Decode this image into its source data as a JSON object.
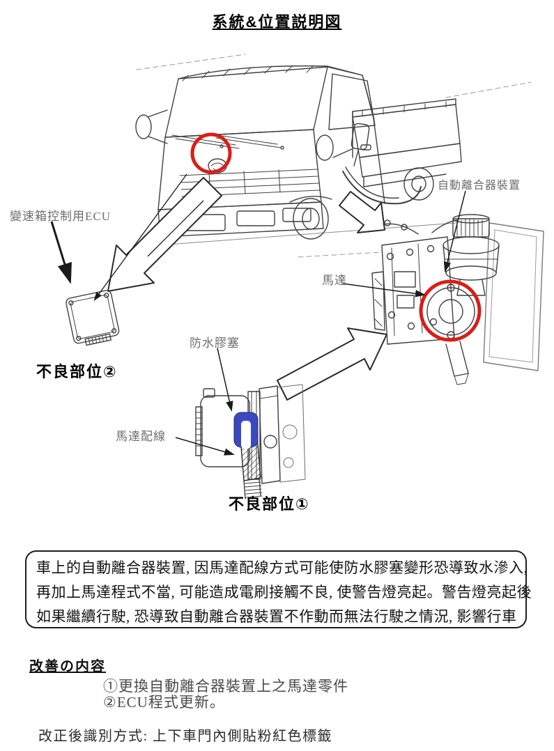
{
  "page": {
    "title": "系統&位置説明図"
  },
  "diagram": {
    "labels": {
      "ecu": "變速箱控制用ECU",
      "clutch_unit": "自動離合器裝置",
      "motor": "馬達",
      "grommet": "防水膠塞",
      "motor_wiring": "馬達配線",
      "defect2": "不良部位②",
      "defect1": "不良部位①"
    },
    "colors": {
      "highlight_red": "#dc1c16",
      "grommet_blue": "#3b49c1",
      "line_gray": "#3f3f3f",
      "label_gray": "#6e6e6e"
    }
  },
  "description_box": {
    "lines": [
      "車上的自動離合器裝置, 因馬達配線方式可能使防水膠塞變形恐導致水滲入,",
      "再加上馬達程式不當, 可能造成電刷接觸不良, 使警告燈亮起。警告燈亮起後",
      "如果繼續行駛, 恐導致自動離合器裝置不作動而無法行駛之情況, 影響行車"
    ]
  },
  "improvement": {
    "heading": "改善の内容",
    "items": [
      "①更換自動離合器裝置上之馬達零件",
      "②ECU程式更新。"
    ]
  },
  "identification": {
    "text": "改正後識別方式: 上下車門內側貼粉紅色標籤"
  }
}
